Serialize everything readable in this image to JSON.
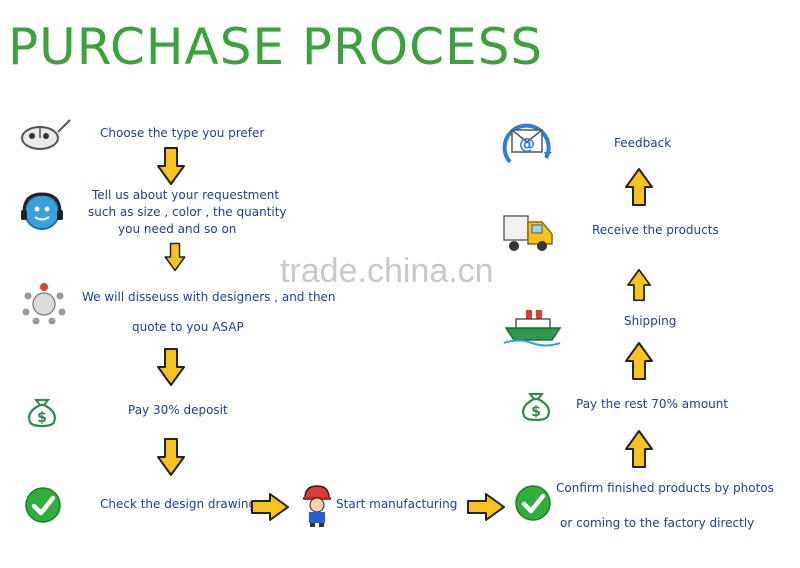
{
  "title": "PURCHASE PROCESS",
  "watermark": "trade.china.cn",
  "steps": {
    "choose": "Choose  the type you prefer",
    "tell1": "Tell  us about your requestment",
    "tell2": "such as size , color , the quantity",
    "tell3": "you need and so on",
    "discuss": "We will disseuss with designers , and then",
    "quote": "quote to you ASAP",
    "deposit": "Pay 30% deposit",
    "check": "Check the design drawing",
    "start": "Start manufacturing",
    "confirm1": "Confirm finished products by photos",
    "confirm2": "or coming to the factory directly",
    "rest": "Pay the rest 70% amount",
    "shipping": "Shipping",
    "receive": "Receive the products",
    "feedback": "Feedback"
  },
  "icons": {
    "mouse": "computer-mouse-icon",
    "support": "support-headset-icon",
    "meeting": "meeting-icon",
    "money": "money-bag-icon",
    "check": "check-circle-icon",
    "worker": "worker-icon",
    "email": "email-icon",
    "truck": "truck-icon",
    "ship": "ship-icon"
  },
  "colors": {
    "title": "#3aa33a",
    "text": "#1d3f9a",
    "arrow_fill": "#f6c21c",
    "check": "#2fae3a",
    "money": "#2e8b4a"
  }
}
